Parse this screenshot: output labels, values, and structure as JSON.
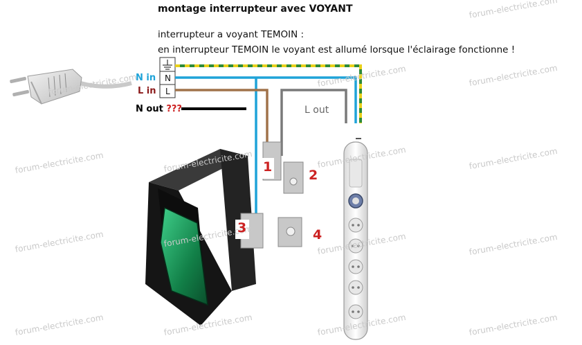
{
  "header": {
    "title": "montage interrupteur avec VOYANT",
    "subtitle": "interrupteur a voyant TEMOIN :",
    "description": "en interrupteur TEMOIN le voyant est allumé lorsque l'éclairage fonctionne !"
  },
  "wires": {
    "n_in": "N in",
    "l_in": "L in",
    "n_out": "N out",
    "n_out_question": "???",
    "l_out": "L out"
  },
  "terminal_block": {
    "n": "N",
    "l": "L"
  },
  "pins": {
    "p1": "1",
    "p2": "2",
    "p3": "3",
    "p4": "4"
  },
  "watermark": {
    "text": "forum-electricite.com"
  },
  "colors": {
    "neutral_wire": "#1fa3d8",
    "live_wire": "#a0724a",
    "lout_wire": "#7a7a7a",
    "earth_green": "#2e8b3a",
    "earth_yellow": "#e9d01a",
    "pin_number": "#cc2222",
    "n_in_label": "#1fa3d8",
    "l_in_label": "#8b1a1a",
    "lamp_green": "#1a8f5a"
  },
  "icons": {
    "plug": "plug-icon",
    "power_strip": "power-strip-icon",
    "rocker_switch": "rocker-switch-icon",
    "earth": "earth-symbol-icon"
  }
}
